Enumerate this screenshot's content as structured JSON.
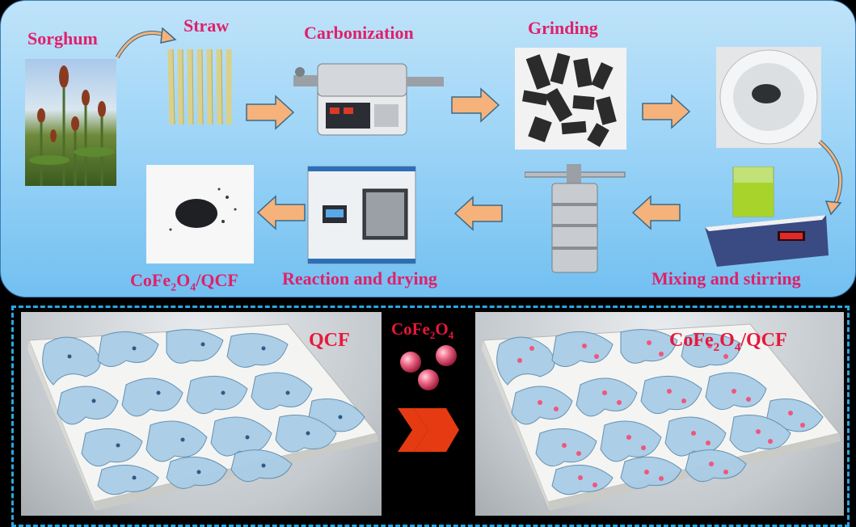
{
  "process": {
    "sorghum": "Sorghum",
    "straw": "Straw",
    "carbonization": "Carbonization",
    "grinding": "Grinding",
    "mixing": "Mixing and stirring",
    "reaction": "Reaction and drying",
    "product": {
      "main": "CoFe",
      "sub1": "2",
      "mid": "O",
      "sub2": "4",
      "tail": "/QCF"
    }
  },
  "bottom": {
    "qcf": "QCF",
    "nanoparticle": {
      "main": "CoFe",
      "sub1": "2",
      "mid": "O",
      "sub2": "4"
    },
    "composite": {
      "main": "CoFe",
      "sub1": "2",
      "mid": "O",
      "sub2": "4",
      "tail": "/QCF"
    }
  },
  "colors": {
    "label": "#e0206a",
    "arrow": "#f5b27a",
    "chevron": "#e63a12",
    "particle": "#e8557a"
  }
}
